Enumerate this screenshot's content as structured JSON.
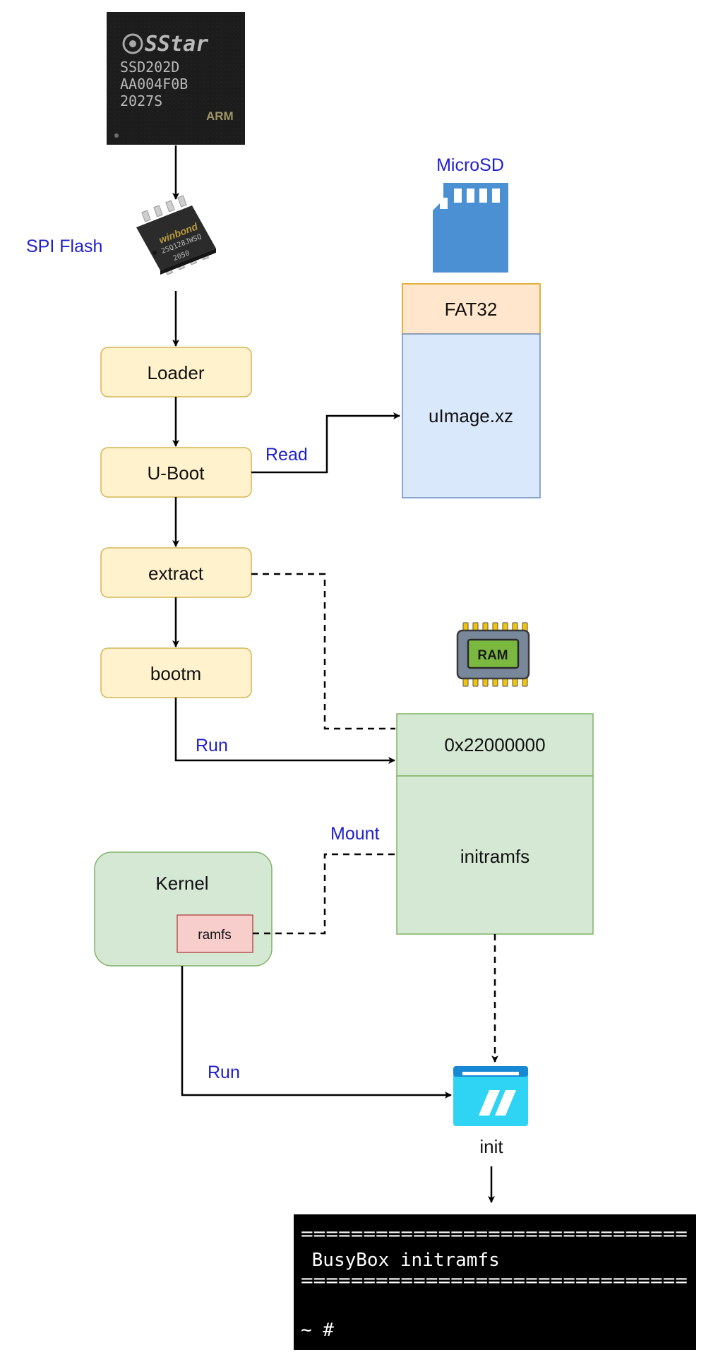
{
  "soc_chip": {
    "brand": "SStar",
    "lines": [
      "SSD202D",
      "AA004F0B",
      "2027S"
    ],
    "arm_label": "ARM"
  },
  "spi_flash": {
    "label": "SPI Flash",
    "chip_brand": "winbond",
    "chip_lines": [
      "25Q128JWSQ",
      "2050"
    ]
  },
  "boot_steps": {
    "loader": "Loader",
    "uboot": "U-Boot",
    "extract": "extract",
    "bootm": "bootm"
  },
  "microsd": {
    "label": "MicroSD",
    "fs": "FAT32",
    "file": "uImage.xz"
  },
  "edges": {
    "read": "Read",
    "run_bootm": "Run",
    "mount": "Mount",
    "run_kernel": "Run"
  },
  "ram": {
    "icon_label": "RAM",
    "address": "0x22000000",
    "content": "initramfs"
  },
  "kernel": {
    "title": "Kernel",
    "sub": "ramfs"
  },
  "init": {
    "label": "init"
  },
  "terminal": {
    "line1": "===============================",
    "line2": " BusyBox initramfs",
    "line3": "===============================",
    "prompt": "~ #"
  },
  "colors": {
    "boot_fill": "#fff2cc",
    "boot_stroke": "#d6b656",
    "green_fill": "#d5e8d4",
    "green_stroke": "#82b366",
    "fat_fill": "#ffe6cc",
    "fat_stroke": "#d79b00",
    "blue_fill": "#dae8fc",
    "blue_stroke": "#6c8ebf",
    "ramfs_fill": "#f8cecc",
    "ramfs_stroke": "#b85450",
    "label_blue": "#1f1fcc"
  }
}
